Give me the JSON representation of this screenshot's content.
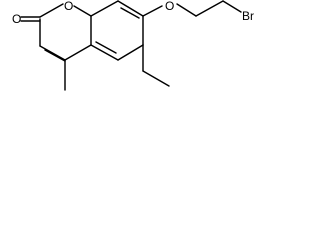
{
  "molecule": {
    "atoms": {
      "carbonyl_oxygen": "O",
      "ring_oxygen": "O",
      "ether_oxygen": "O",
      "bromine": "Br"
    }
  }
}
